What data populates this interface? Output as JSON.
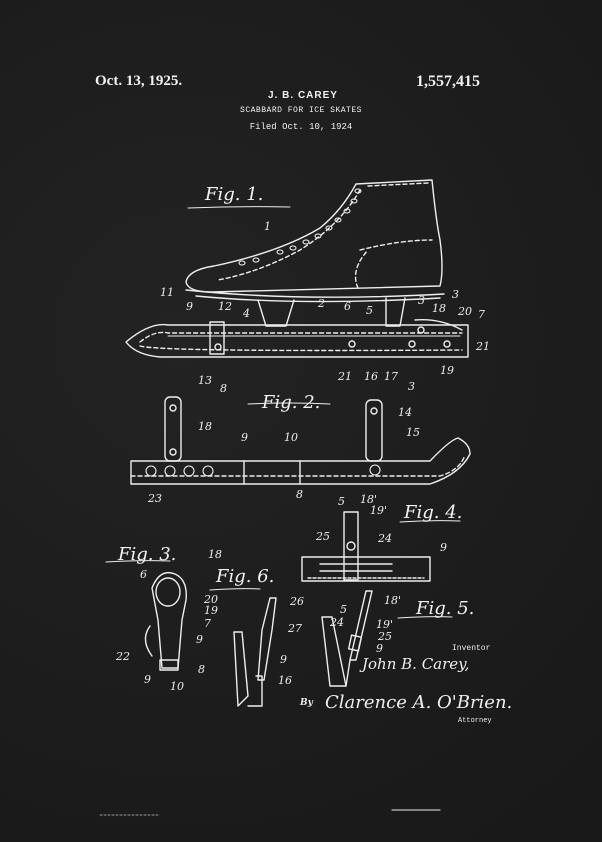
{
  "header": {
    "date": "Oct. 13, 1925.",
    "patent_number": "1,557,415",
    "inventor": "J. B. CAREY",
    "title": "SCABBARD FOR ICE SKATES",
    "filed": "Filed Oct. 10, 1924"
  },
  "figures": [
    {
      "label": "Fig. 1.",
      "ref_numbers": [
        "1",
        "2",
        "3",
        "3",
        "3",
        "4",
        "5",
        "6",
        "7",
        "8",
        "9",
        "11",
        "12",
        "13",
        "16",
        "17",
        "18",
        "19",
        "20",
        "21",
        "21"
      ]
    },
    {
      "label": "Fig. 2.",
      "ref_numbers": [
        "8",
        "9",
        "10",
        "14",
        "15",
        "18",
        "23"
      ]
    },
    {
      "label": "Fig. 3.",
      "ref_numbers": [
        "6",
        "7",
        "8",
        "9",
        "9",
        "10",
        "18",
        "19",
        "20",
        "22"
      ]
    },
    {
      "label": "Fig. 4.",
      "ref_numbers": [
        "5",
        "5",
        "9",
        "18'",
        "19'",
        "24",
        "25"
      ]
    },
    {
      "label": "Fig. 5.",
      "ref_numbers": [
        "5",
        "9",
        "18'",
        "19'",
        "24",
        "25"
      ]
    },
    {
      "label": "Fig. 6.",
      "ref_numbers": [
        "9",
        "16",
        "26",
        "27"
      ]
    }
  ],
  "signature": {
    "inventor_label": "Inventor",
    "inventor_name": "John B. Carey,",
    "by_label": "By",
    "attorney_name": "Clarence A. O'Brien.",
    "attorney_label": "Attorney"
  },
  "colors": {
    "background": "#1c1c1c",
    "ink": "#f2f2f2"
  }
}
